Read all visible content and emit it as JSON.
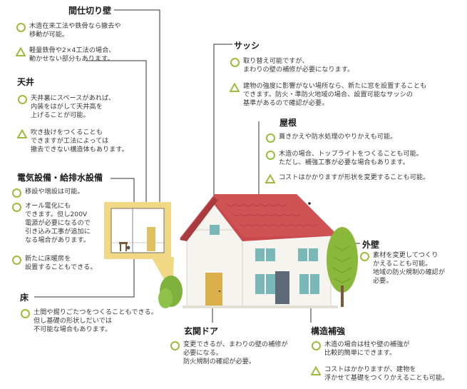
{
  "sections": {
    "partition": {
      "title": "間仕切り壁",
      "items": [
        {
          "mark": "circle",
          "text": "木造在来工法や鉄骨なら撤去や\n移動が可能。"
        },
        {
          "mark": "triangle",
          "text": "軽量鉄骨や2×4工法の場合、\n動かせない部分もあります。"
        }
      ]
    },
    "ceiling": {
      "title": "天井",
      "items": [
        {
          "mark": "circle",
          "text": "天井裏にスペースがあれば、\n内装をはがして天井高を\n上げることが可能。"
        },
        {
          "mark": "triangle",
          "text": "吹き抜けをつくることも\nできますが工法によっては\n撤去できない構造体もあります。"
        }
      ]
    },
    "utilities": {
      "title": "電気設備・給排水設備",
      "items": [
        {
          "mark": "circle",
          "text": "移設や増設は可能。"
        },
        {
          "mark": "circle",
          "text": "オール電化にも\nできます。但し200V\n電源が必要になるので\n引き込み工事が追加に\nなる場合があります。"
        },
        {
          "mark": "circle",
          "text": "新たに床暖房を\n設置することもできる。"
        }
      ]
    },
    "floor": {
      "title": "床",
      "items": [
        {
          "mark": "circle",
          "text": "土間や掘りごたつをつくることもできる。\n但し基礎の形状しだいでは\n不可能な場合もあります。"
        }
      ]
    },
    "sash": {
      "title": "サッシ",
      "items": [
        {
          "mark": "circle",
          "text": "取り替え可能ですが、\nまわりの壁の補修が必要になります。"
        },
        {
          "mark": "triangle",
          "text": "建物の強度に影響がない場所なら、新たに窓を設置することも\nできます。防火・準防火地域の場合、設置可能なサッシの\n基準があるので確認が必要。"
        }
      ]
    },
    "roof": {
      "title": "屋根",
      "items": [
        {
          "mark": "circle",
          "text": "葺きかえや防水処理のやりかえも可能。"
        },
        {
          "mark": "circle",
          "text": "木造の場合、トップライトをつくることも可能。\nただし、補強工事が必要な場合もあります。"
        },
        {
          "mark": "triangle",
          "text": "コストはかかりますが形状を変更することも可能。"
        }
      ]
    },
    "exterior": {
      "title": "外壁",
      "items": [
        {
          "mark": "circle",
          "text": "素材を変更してつくり\nかえることも可能。\n地域の防火規制の確認が\n必要。"
        }
      ]
    },
    "door": {
      "title": "玄関ドア",
      "items": [
        {
          "mark": "circle",
          "text": "変更できるが、まわりの壁の補修が\n必要になる。\n防火規制の確認が必要。"
        }
      ]
    },
    "structure": {
      "title": "構造補強",
      "items": [
        {
          "mark": "circle",
          "text": "木造の場合は柱や壁の補強が\n比較的簡単にできます。"
        },
        {
          "mark": "triangle",
          "text": "コストはかかりますが、建物を\n浮かせて基礎をつくりかえることも可能。"
        }
      ]
    }
  },
  "colors": {
    "accent_green": "#9dbb3d",
    "roof_red": "#c9494c",
    "wall_white": "#f6f4ef",
    "window_teal": "#7ab8b8",
    "door_mustard": "#d9b04a",
    "tree_green": "#8ab83a",
    "bubble_yellow": "#f1d884"
  }
}
